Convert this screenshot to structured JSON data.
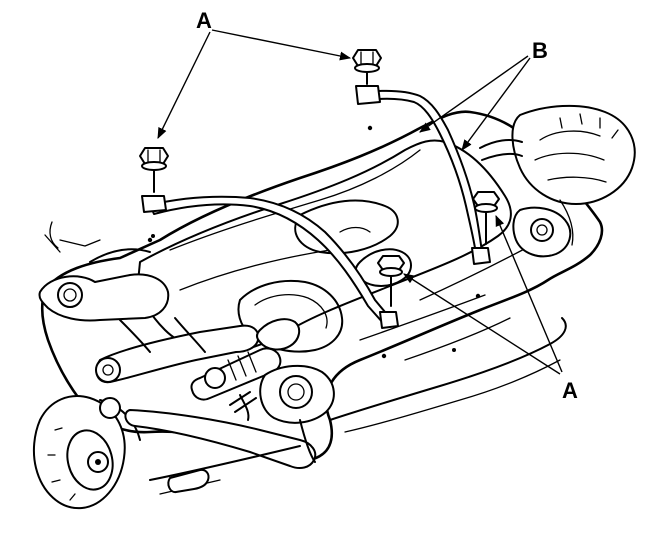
{
  "callouts": {
    "a_top": "A",
    "b_top": "B",
    "a_bottom": "A"
  },
  "colors": {
    "line": "#000000",
    "background": "#ffffff"
  }
}
